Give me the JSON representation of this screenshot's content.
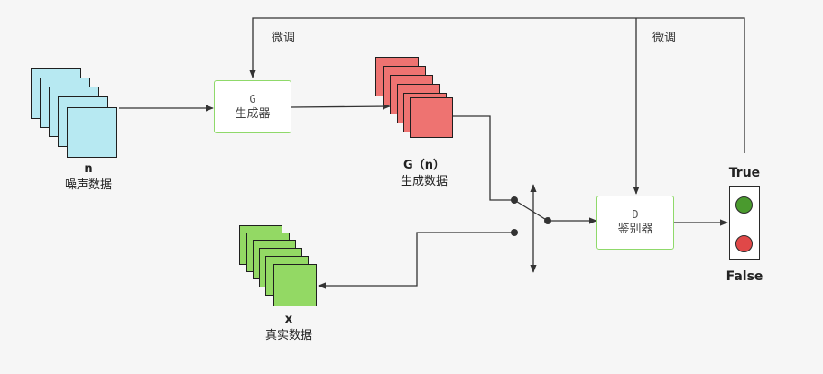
{
  "colors": {
    "noise_card": "#b7e9f2",
    "generated_card": "#ee7371",
    "real_card": "#93d964",
    "node_border": "#8fd96a",
    "true_lamp": "#4a9a2e",
    "false_lamp": "#e04848"
  },
  "noise": {
    "symbol": "n",
    "name": "噪声数据"
  },
  "generator": {
    "code": "G",
    "name": "生成器"
  },
  "generated": {
    "symbol": "G（n）",
    "name": "生成数据"
  },
  "real": {
    "symbol": "x",
    "name": "真实数据"
  },
  "discriminator": {
    "code": "D",
    "name": "鉴别器"
  },
  "feedback": {
    "left_label": "微调",
    "right_label": "微调"
  },
  "output": {
    "true_label": "True",
    "false_label": "False"
  }
}
